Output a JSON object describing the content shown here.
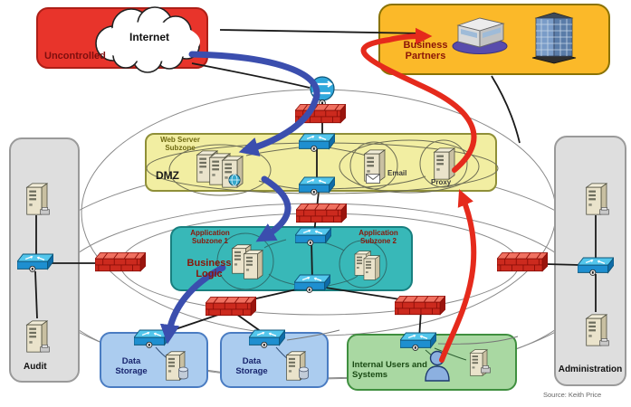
{
  "zones": {
    "uncontrolled": {
      "label": "Uncontrolled",
      "fill": "#E8342B"
    },
    "internet_cloud": {
      "label": "Internet"
    },
    "business_partners": {
      "label": "Business Partners",
      "fill": "#FBB929"
    },
    "dmz": {
      "label": "DMZ",
      "web_server_subzone_label": "Web Server Subzone",
      "email_label": "Email",
      "proxy_label": "Proxy",
      "fill": "#F2EEA2"
    },
    "business_logic": {
      "label": "Business Logic",
      "subzone1_label": "Application Subzone 1",
      "subzone2_label": "Application Subzone 2",
      "fill": "#38B8B8"
    },
    "data_storage_left": {
      "label": "Data Storage",
      "fill": "#ABCCEF"
    },
    "data_storage_right": {
      "label": "Data Storage",
      "fill": "#ABCCEF"
    },
    "internal_users": {
      "label": "Internal Users and Systems",
      "fill": "#A9D8A2"
    },
    "audit": {
      "label": "Audit",
      "fill": "#DEDEDE"
    },
    "administration": {
      "label": "Administration",
      "fill": "#DEDEDE"
    }
  },
  "flows": [
    {
      "name": "blue-attack-path",
      "color": "#3B4EAE",
      "route": "Internet to DMZ web servers to Application Subzone 1 to Data Storage"
    },
    {
      "name": "red-attack-path",
      "color": "#E52A1C",
      "route": "Internal Users through Proxy to Business Partners"
    }
  ],
  "footer": {
    "source": "Source:  Keith Price"
  }
}
